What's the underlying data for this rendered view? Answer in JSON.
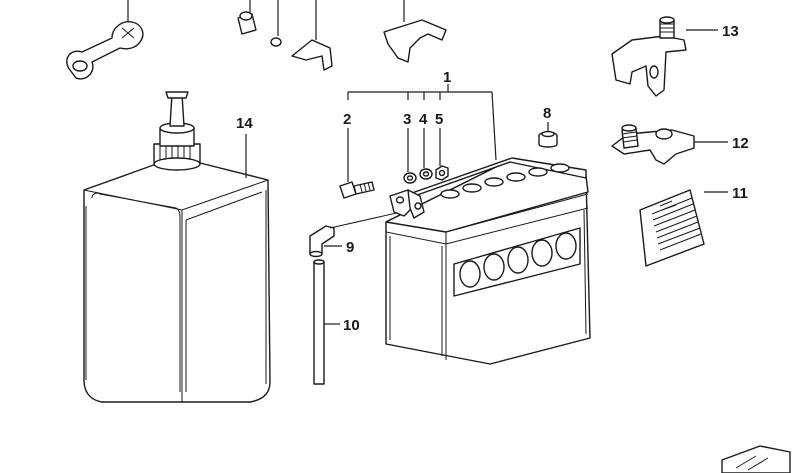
{
  "callouts": {
    "c1": "1",
    "c2": "2",
    "c3": "3",
    "c4": "4",
    "c5": "5",
    "c8": "8",
    "c9": "9",
    "c10": "10",
    "c11": "11",
    "c12": "12",
    "c13": "13",
    "c14": "14"
  },
  "colors": {
    "line": "#1a1a1a",
    "background": "#ffffff"
  }
}
